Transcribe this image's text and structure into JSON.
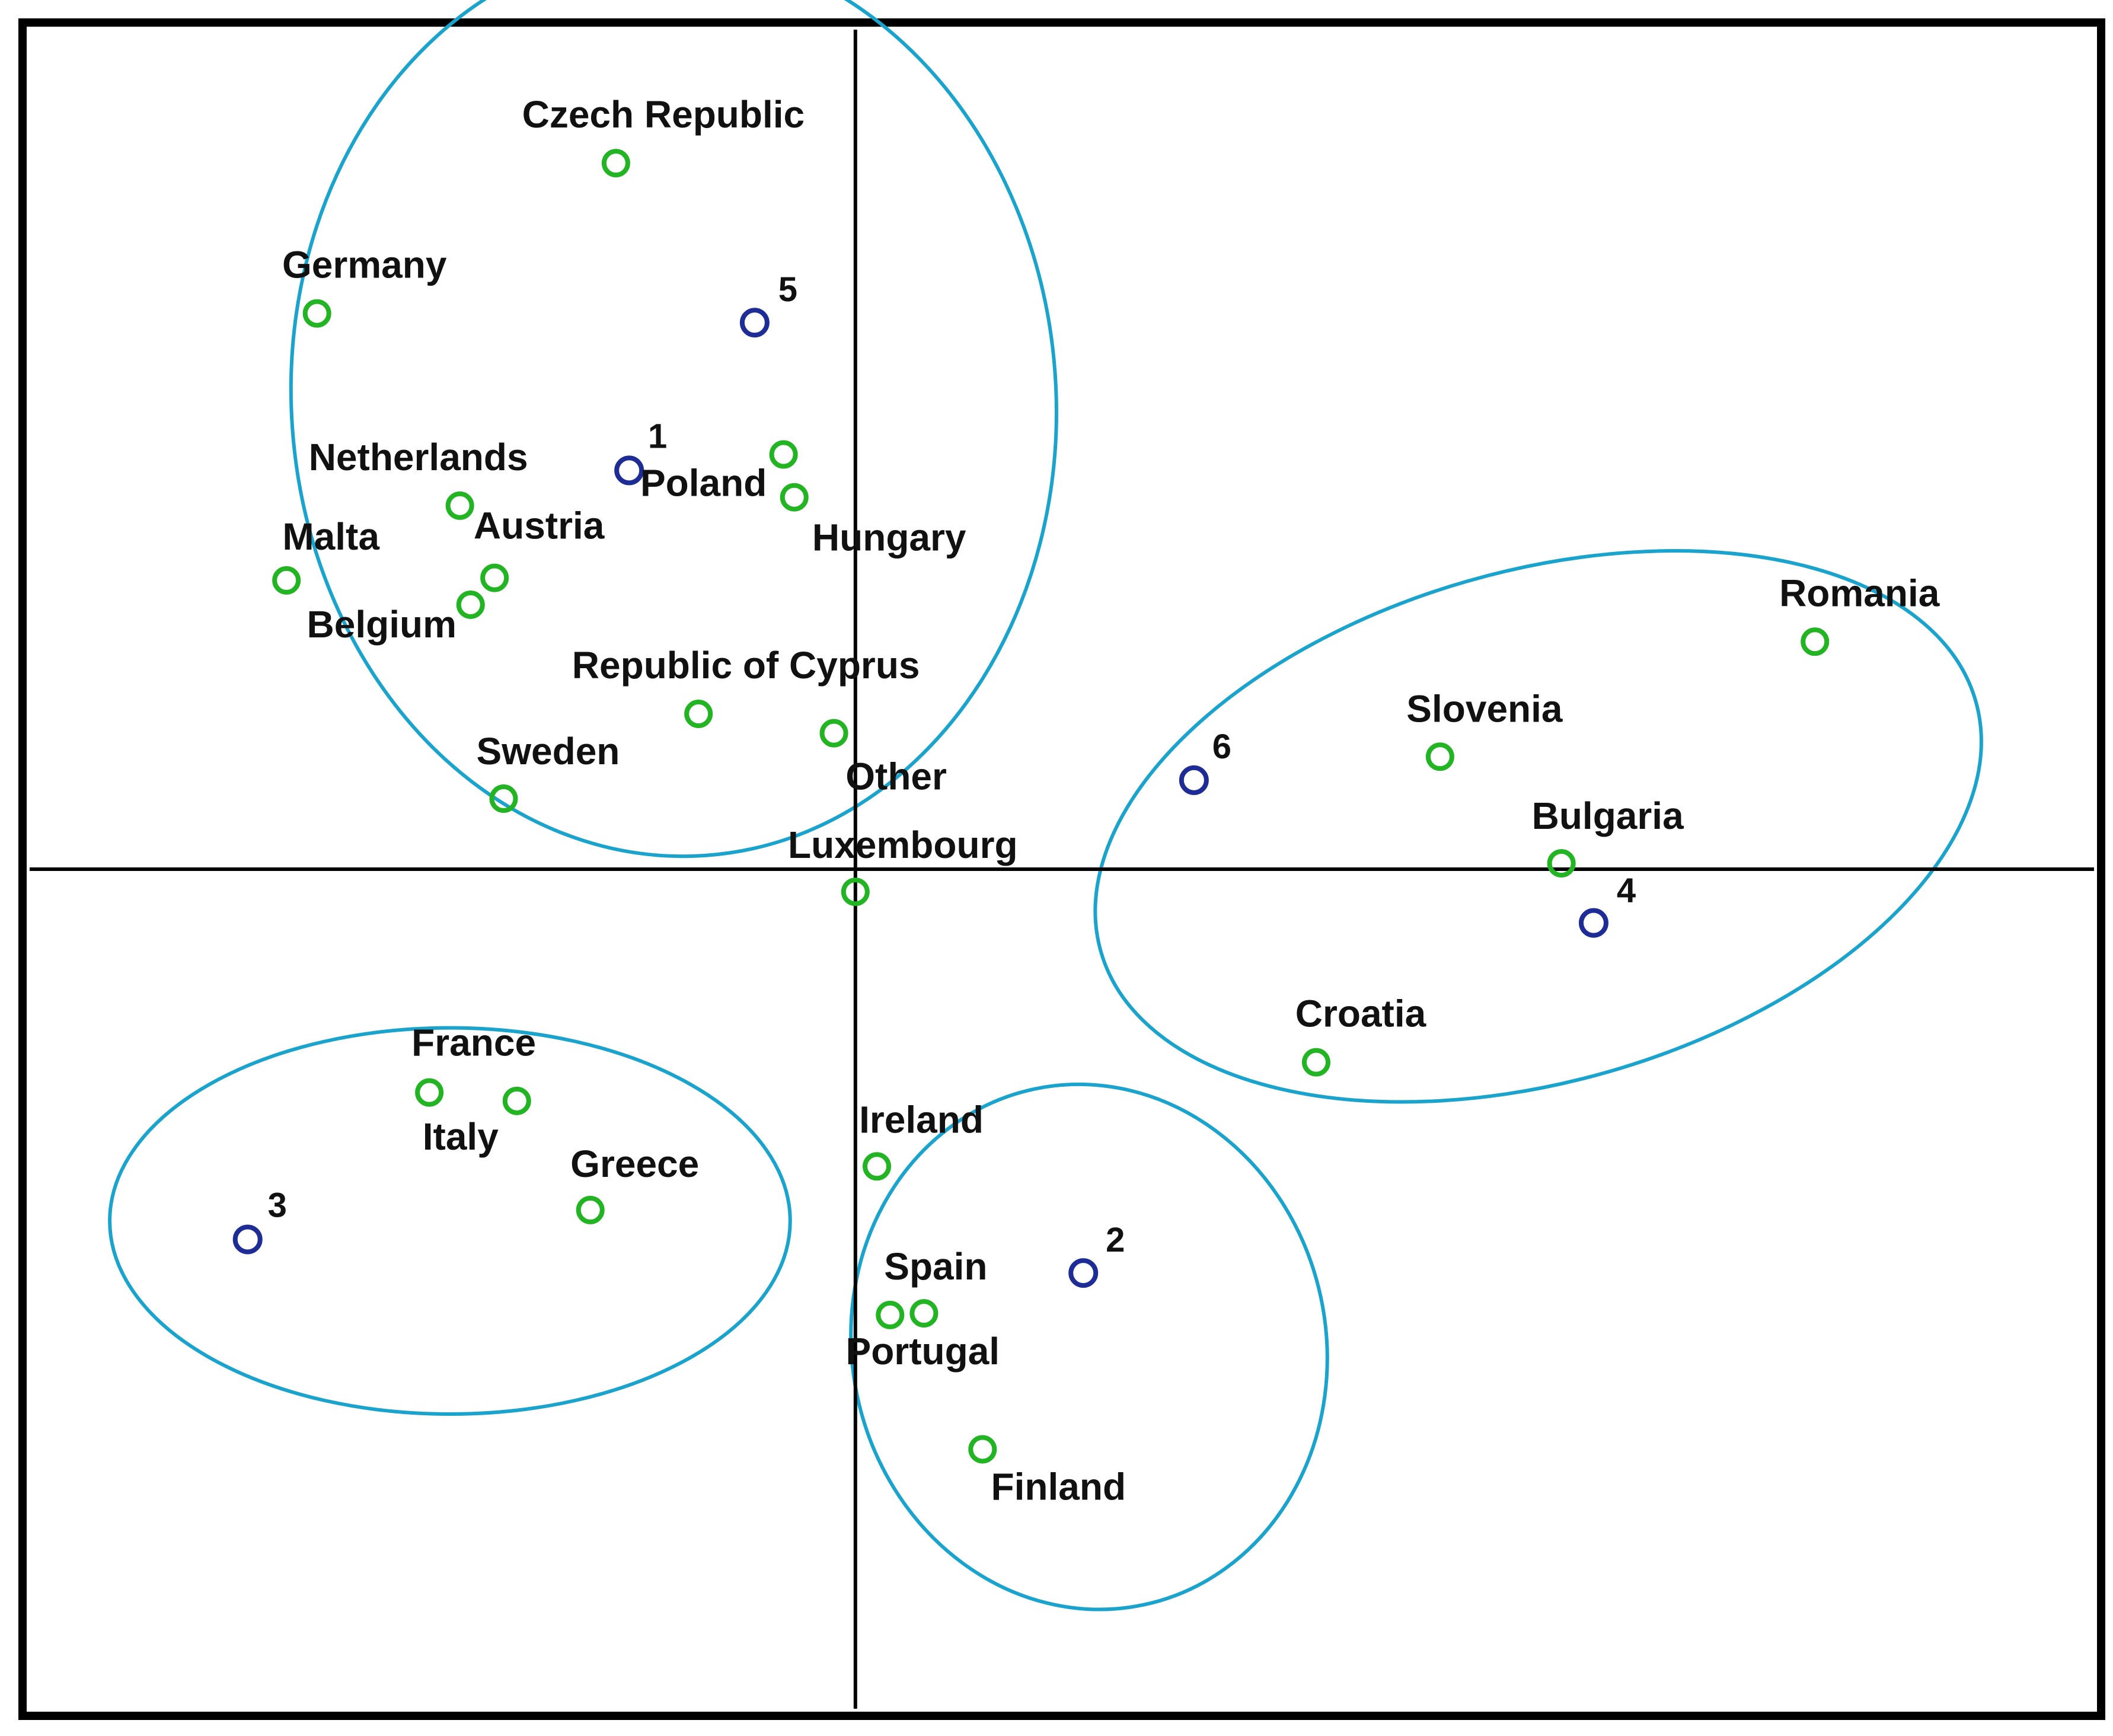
{
  "chart_data": {
    "type": "scatter",
    "title": "",
    "xlabel": "",
    "ylabel": "",
    "xlim": [
      -1.0,
      1.5
    ],
    "ylim": [
      -1.0,
      1.0
    ],
    "grid": false,
    "legend": "none",
    "axes_through_origin": true,
    "colors": {
      "country": "#22b422",
      "cluster": "#1e2d96",
      "ellipse": "#1aa3cc",
      "axis": "#000000",
      "frame": "#000000",
      "text": "#111111"
    },
    "series": [
      {
        "kind": "country",
        "points": [
          {
            "label": "Czech Republic",
            "x": -0.29,
            "y": 0.841
          },
          {
            "label": "Germany",
            "x": -0.652,
            "y": 0.662
          },
          {
            "label": "Netherlands",
            "x": -0.479,
            "y": 0.433
          },
          {
            "label": "Malta",
            "x": -0.689,
            "y": 0.344
          },
          {
            "label": "Austria",
            "x": -0.437,
            "y": 0.347
          },
          {
            "label": "Belgium",
            "x": -0.466,
            "y": 0.315
          },
          {
            "label": "Poland",
            "x": -0.087,
            "y": 0.494
          },
          {
            "label": "Hungary",
            "x": -0.074,
            "y": 0.443
          },
          {
            "label": "Republic of Cyprus",
            "x": -0.19,
            "y": 0.185
          },
          {
            "label": "Other",
            "x": -0.026,
            "y": 0.162
          },
          {
            "label": "Sweden",
            "x": -0.426,
            "y": 0.084
          },
          {
            "label": "Luxembourg",
            "x": 0.0,
            "y": -0.027
          },
          {
            "label": "France",
            "x": -0.516,
            "y": -0.266
          },
          {
            "label": "Italy",
            "x": -0.41,
            "y": -0.276
          },
          {
            "label": "Greece",
            "x": -0.321,
            "y": -0.406
          },
          {
            "label": "Ireland",
            "x": 0.026,
            "y": -0.354
          },
          {
            "label": "Spain",
            "x": 0.083,
            "y": -0.529
          },
          {
            "label": "Portugal",
            "x": 0.042,
            "y": -0.531
          },
          {
            "label": "Finland",
            "x": 0.154,
            "y": -0.691
          },
          {
            "label": "Romania",
            "x": 1.162,
            "y": 0.271
          },
          {
            "label": "Slovenia",
            "x": 0.708,
            "y": 0.134
          },
          {
            "label": "Bulgaria",
            "x": 0.855,
            "y": 0.007
          },
          {
            "label": "Croatia",
            "x": 0.558,
            "y": -0.23
          }
        ]
      },
      {
        "kind": "cluster",
        "points": [
          {
            "label": "1",
            "x": -0.274,
            "y": 0.475
          },
          {
            "label": "2",
            "x": 0.276,
            "y": -0.481
          },
          {
            "label": "3",
            "x": -0.736,
            "y": -0.441
          },
          {
            "label": "4",
            "x": 0.894,
            "y": -0.064
          },
          {
            "label": "5",
            "x": -0.122,
            "y": 0.651
          },
          {
            "label": "6",
            "x": 0.41,
            "y": 0.106
          }
        ]
      }
    ],
    "groups": [
      {
        "cx": -0.22,
        "cy": 0.558,
        "rx": 0.463,
        "ry": 0.543,
        "rotate": -4
      },
      {
        "cx": -0.491,
        "cy": -0.419,
        "rx": 0.412,
        "ry": 0.23,
        "rotate": 0
      },
      {
        "cx": 0.283,
        "cy": -0.569,
        "rx": 0.287,
        "ry": 0.314,
        "rotate": -12
      },
      {
        "cx": 0.827,
        "cy": 0.051,
        "rx": 0.551,
        "ry": 0.304,
        "rotate": -16
      }
    ]
  }
}
